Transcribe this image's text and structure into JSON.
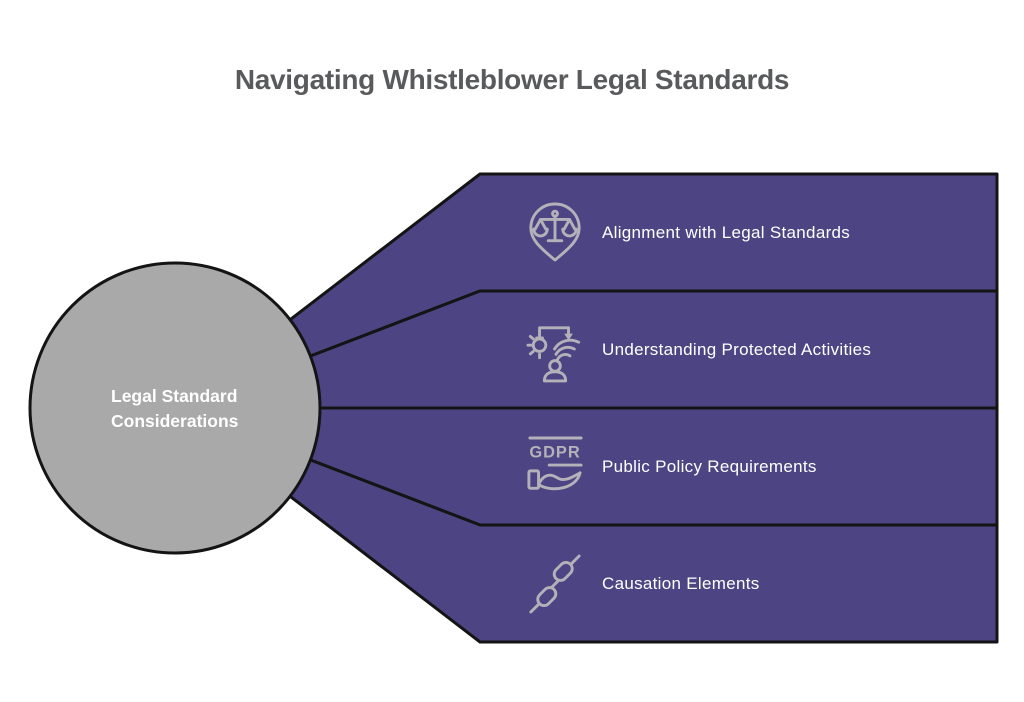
{
  "title": "Navigating Whistleblower Legal Standards",
  "center_circle": {
    "label_line1": "Legal Standard",
    "label_line2": "Considerations"
  },
  "banners": [
    {
      "label": "Alignment with Legal Standards",
      "icon": "scales-of-justice-pin-icon"
    },
    {
      "label": "Understanding Protected Activities",
      "icon": "idea-transfer-person-icon"
    },
    {
      "label": "Public Policy Requirements",
      "icon": "gdpr-compliance-hand-icon",
      "icon_text": "GDPR"
    },
    {
      "label": "Causation Elements",
      "icon": "chain-links-icon"
    }
  ],
  "colors": {
    "background": "#ffffff",
    "banner_fill": "#4d4484",
    "banner_border": "#141414",
    "circle_fill": "#a9a9a9",
    "circle_border": "#141414",
    "icon_stroke": "#b4b1b9",
    "banner_text": "#ffffff",
    "title_text": "#595a5c"
  }
}
